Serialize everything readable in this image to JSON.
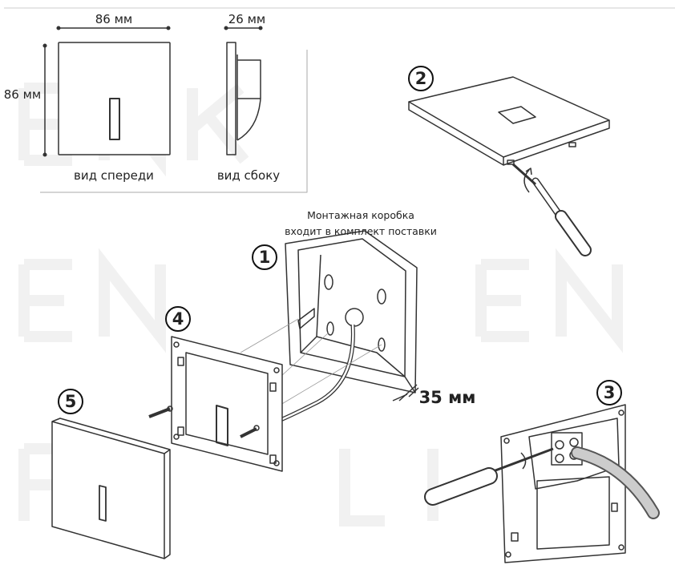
{
  "watermark": "DENKIRS",
  "dimensions": {
    "front_width": "86 мм",
    "front_height": "86 мм",
    "side_depth": "26 мм"
  },
  "views": {
    "front": "вид спереди",
    "side": "вид сбоку"
  },
  "box_note": {
    "line1": "Монтажная коробка",
    "line2": "входит в комплект поставки"
  },
  "box_depth": "35 мм",
  "steps": [
    "1",
    "2",
    "3",
    "4",
    "5"
  ]
}
